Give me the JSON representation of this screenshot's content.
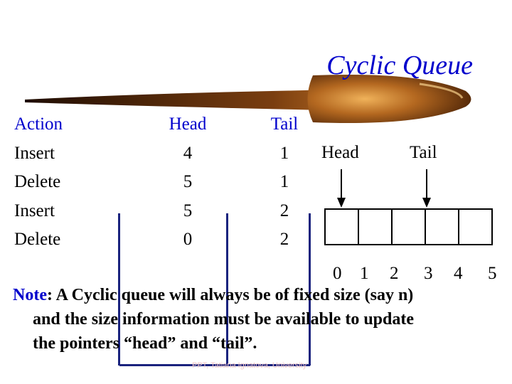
{
  "slide": {
    "title": "Cyclic Queue",
    "table": {
      "headers": [
        "Action",
        "Head",
        "Tail"
      ],
      "rows": [
        {
          "action": "Insert",
          "head": "4",
          "tail": "1"
        },
        {
          "action": "Delete",
          "head": "5",
          "tail": "1"
        },
        {
          "action": "Insert",
          "head": "5",
          "tail": "2"
        },
        {
          "action": "Delete",
          "head": "0",
          "tail": "2"
        }
      ]
    },
    "diagram": {
      "head_label": "Head",
      "tail_label": "Tail",
      "indexes": [
        "0",
        "1",
        "2",
        "3",
        "4",
        "5"
      ]
    },
    "note": {
      "keyword": "Note",
      "line1_rest": ": A Cyclic queue will always be of fixed size (say n)",
      "line2": "and the size information must be available to update",
      "line3": "the pointers “head” and “tail”."
    },
    "footer": "PPT, Tatiana Ignatova, University"
  },
  "colors": {
    "title": "#0000cc",
    "table_text": "#0000cc",
    "table_lines": "#1a237e",
    "swoosh_dark": "#3a1c05",
    "swoosh_light": "#e8a04a"
  }
}
